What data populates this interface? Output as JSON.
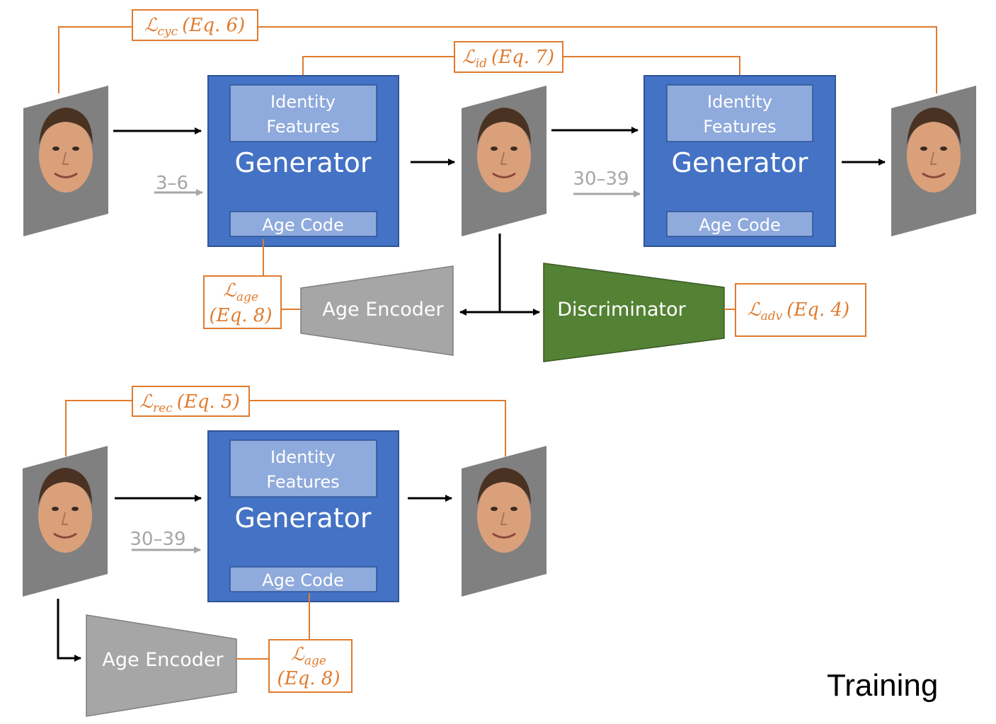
{
  "colors": {
    "generator": "#4472c4",
    "generator_sub": "#8faadc",
    "encoder": "#a6a6a6",
    "discriminator": "#548235",
    "loss": "#e07b2e",
    "arrow": "#000000",
    "age_arrow": "#a6a6a6"
  },
  "generators": [
    {
      "title": "Generator",
      "identity_line1": "Identity",
      "identity_line2": "Features",
      "age_code": "Age Code"
    },
    {
      "title": "Generator",
      "identity_line1": "Identity",
      "identity_line2": "Features",
      "age_code": "Age Code"
    },
    {
      "title": "Generator",
      "identity_line1": "Identity",
      "identity_line2": "Features",
      "age_code": "Age Code"
    }
  ],
  "age_inputs": {
    "gen1": "3–6",
    "gen2": "30–39",
    "gen3": "30–39"
  },
  "encoders": {
    "age_encoder": "Age Encoder",
    "discriminator": "Discriminator"
  },
  "losses": {
    "cyc": {
      "symbol": "ℒ",
      "sub": "cyc",
      "ref": "(Eq. 6)"
    },
    "id": {
      "symbol": "ℒ",
      "sub": "id",
      "ref": "(Eq. 7)"
    },
    "age_top": {
      "symbol": "ℒ",
      "sub": "age",
      "ref": "(Eq. 8)"
    },
    "adv": {
      "symbol": "ℒ",
      "sub": "adv",
      "ref": "(Eq. 4)"
    },
    "rec": {
      "symbol": "ℒ",
      "sub": "rec",
      "ref": "(Eq. 5)"
    },
    "age_bottom": {
      "symbol": "ℒ",
      "sub": "age",
      "ref": "(Eq. 8)"
    }
  },
  "faces": [
    "input-face-adult",
    "generated-face-child",
    "reconstructed-face-adult",
    "input-face-adult",
    "output-face-adult"
  ],
  "caption": "Training"
}
